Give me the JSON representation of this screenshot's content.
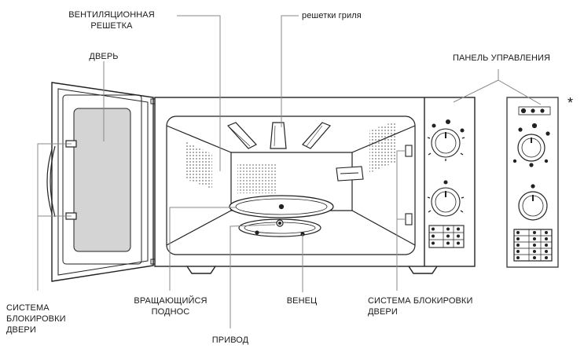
{
  "labels": {
    "vent_grille": "ВЕНТИЛЯЦИОННАЯ\nРЕШЕТКА",
    "grill_racks": "решетки гриля",
    "door": "ДВЕРЬ",
    "control_panel": "ПАНЕЛЬ УПРАВЛЕНИЯ",
    "asterisk": "*",
    "door_lock_left": "СИСТЕМА\nБЛОКИРОВКИ\nДВЕРИ",
    "turntable": "ВРАЩАЮЩИЙСЯ\nПОДНОС",
    "roller_ring": "ВЕНЕЦ",
    "door_lock_right": "СИСТЕМА БЛОКИРОВКИ\nДВЕРИ",
    "drive": "ПРИВОД"
  },
  "colors": {
    "line": "#222222",
    "leader": "#8a8a8a",
    "glass": "#d4d4d4",
    "background": "#ffffff"
  }
}
